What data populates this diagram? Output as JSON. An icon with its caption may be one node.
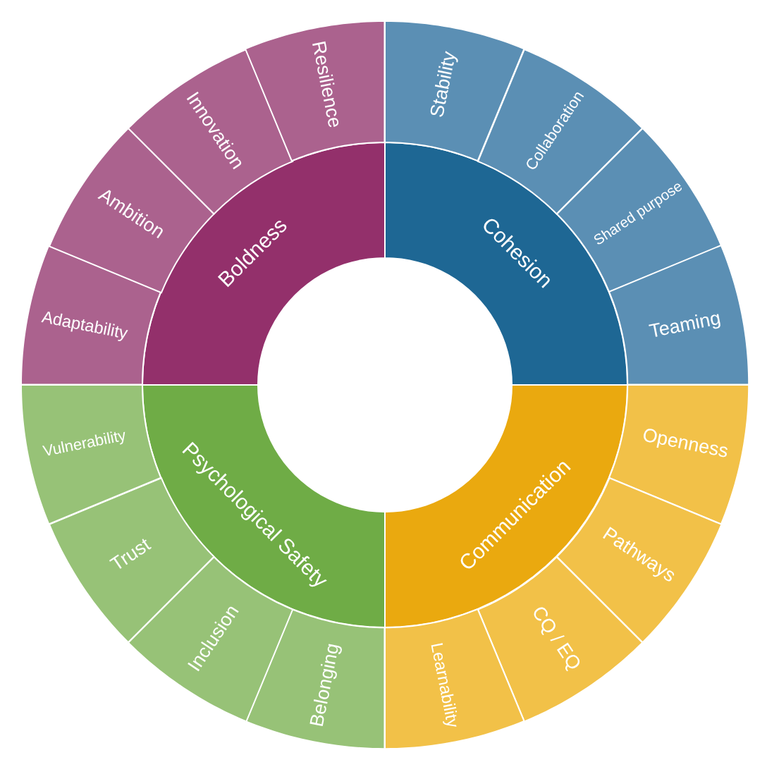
{
  "diagram": {
    "nodes": [
      {
        "text": [
          "Boldness"
        ]
      },
      {
        "text": [
          "Adaptability"
        ]
      },
      {
        "text": [
          "Ambition"
        ]
      },
      {
        "text": [
          "Innovation"
        ]
      },
      {
        "text": [
          "Resilience"
        ]
      },
      {
        "text": [
          "Cohesion"
        ]
      },
      {
        "text": [
          "Stability"
        ]
      },
      {
        "text": [
          "Collaboration"
        ]
      },
      {
        "text": [
          "Shared purpose"
        ]
      },
      {
        "text": [
          "Teaming"
        ]
      },
      {
        "text": [
          "Communication"
        ]
      },
      {
        "text": [
          "Openness"
        ]
      },
      {
        "text": [
          "Pathways"
        ]
      },
      {
        "text": [
          "CQ / EQ"
        ]
      },
      {
        "text": [
          "Learnability"
        ]
      },
      {
        "text": [
          "Psychological Safety"
        ]
      },
      {
        "text": [
          "Belonging"
        ]
      },
      {
        "text": [
          "Inclusion"
        ]
      },
      {
        "text": [
          "Trust"
        ]
      },
      {
        "text": [
          "Vulnerability"
        ]
      }
    ]
  }
}
